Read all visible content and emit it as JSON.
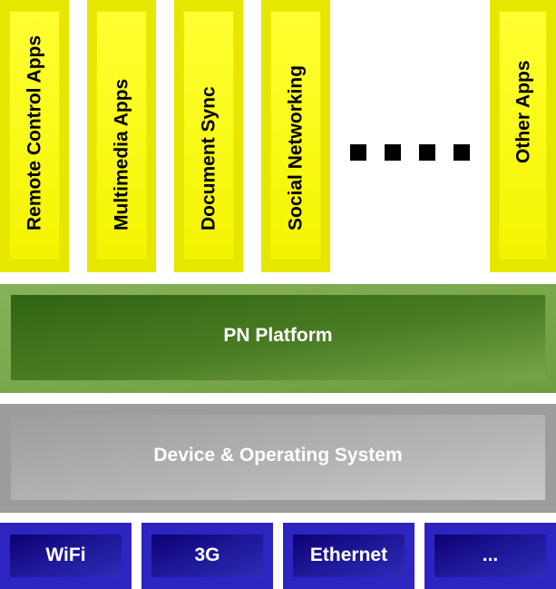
{
  "apps": [
    {
      "label": "Remote Control Apps"
    },
    {
      "label": "Multimedia Apps"
    },
    {
      "label": "Document Sync"
    },
    {
      "label": "Social Networking"
    },
    {
      "label": "Other Apps"
    }
  ],
  "layers": {
    "platform": "PN Platform",
    "device": "Device & Operating System"
  },
  "networks": [
    {
      "label": "WiFi"
    },
    {
      "label": "3G"
    },
    {
      "label": "Ethernet"
    },
    {
      "label": "..."
    }
  ],
  "colors": {
    "app": "#f4f400",
    "platform": "#4a7d24",
    "device": "#b3b3b3",
    "network": "#201a9c"
  }
}
